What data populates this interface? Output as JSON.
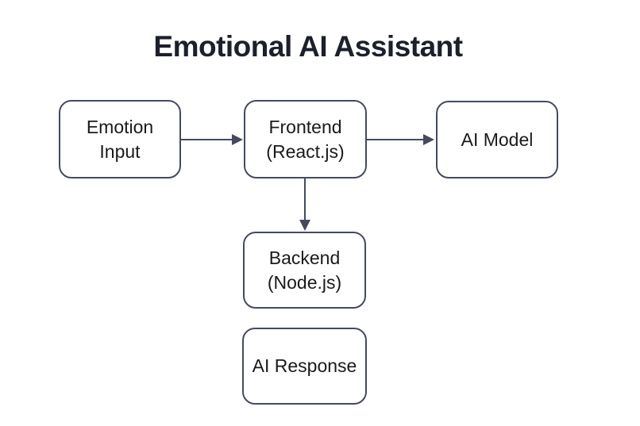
{
  "title": "Emotional AI Assistant",
  "colors": {
    "background": "#ffffff",
    "title_text": "#1c202b",
    "node_fill": "#ffffff",
    "node_border": "#454b5c",
    "node_text": "#1a1a1a",
    "arrow": "#454b5c"
  },
  "nodes": [
    {
      "id": "emotion-input",
      "label": "Emotion\nInput"
    },
    {
      "id": "frontend",
      "label": "Frontend\n(React.js)"
    },
    {
      "id": "ai-model",
      "label": "AI Model"
    },
    {
      "id": "backend",
      "label": "Backend\n(Node.js)"
    },
    {
      "id": "ai-response",
      "label": "AI Response"
    }
  ],
  "edges": [
    {
      "from": "emotion-input",
      "to": "frontend"
    },
    {
      "from": "frontend",
      "to": "ai-model"
    },
    {
      "from": "frontend",
      "to": "backend"
    }
  ]
}
